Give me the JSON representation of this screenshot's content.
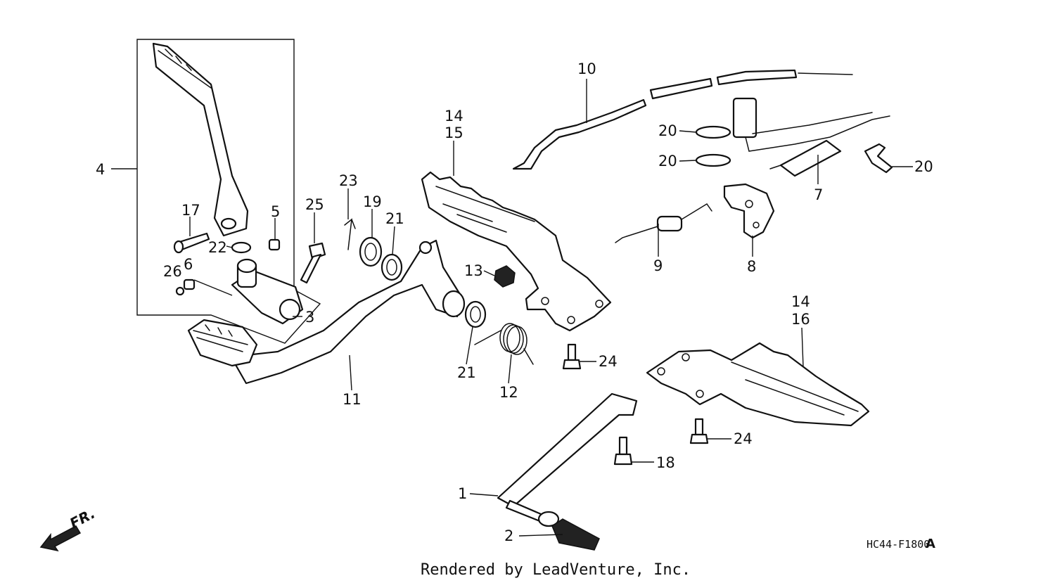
{
  "diagram": {
    "drawing_code": "HC44-F1800",
    "drawing_rev": "A",
    "credit": "Rendered by LeadVenture, Inc.",
    "front_marker": "FR."
  },
  "callouts": {
    "c1": "1",
    "c2": "2",
    "c3": "3",
    "c4": "4",
    "c5": "5",
    "c6": "6",
    "c7": "7",
    "c8": "8",
    "c9": "9",
    "c10": "10",
    "c11": "11",
    "c12": "12",
    "c13": "13",
    "c14a": "14",
    "c15": "15",
    "c14b": "14",
    "c16": "16",
    "c17": "17",
    "c18": "18",
    "c19": "19",
    "c20a": "20",
    "c20b": "20",
    "c20c": "20",
    "c21a": "21",
    "c21b": "21",
    "c22": "22",
    "c23": "23",
    "c24a": "24",
    "c24b": "24",
    "c25": "25",
    "c26": "26"
  }
}
